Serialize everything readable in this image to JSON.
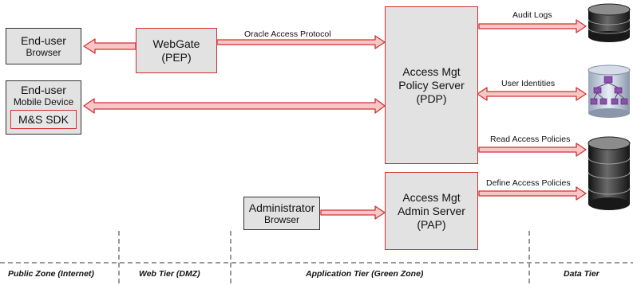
{
  "nodes": {
    "browser": {
      "line1": "End-user",
      "line2": "Browser"
    },
    "mobile": {
      "line1": "End-user",
      "line2": "Mobile Device",
      "sdk": "M&S SDK"
    },
    "webgate": {
      "line1": "WebGate",
      "line2": "(PEP)"
    },
    "policy_server": {
      "line1": "Access Mgt",
      "line2": "Policy Server",
      "line3": "(PDP)"
    },
    "admin_server": {
      "line1": "Access Mgt",
      "line2": "Admin Server",
      "line3": "(PAP)"
    },
    "admin_browser": {
      "line1": "Administrator",
      "line2": "Browser"
    }
  },
  "edges": {
    "oracle_access_protocol": "Oracle Access Protocol",
    "audit_logs": "Audit Logs",
    "user_identities": "User Identities",
    "read_access_policies": "Read Access Policies",
    "define_access_policies": "Define Access Policies"
  },
  "zones": [
    "Public Zone (Internet)",
    "Web Tier (DMZ)",
    "Application Tier (Green Zone)",
    "Data Tier"
  ],
  "colors": {
    "arrow_fill": "#f7c6c6",
    "arrow_stroke": "#d23030",
    "box_fill": "#e2e2e2"
  },
  "icons": [
    "database-icon",
    "directory-icon",
    "database-icon"
  ]
}
